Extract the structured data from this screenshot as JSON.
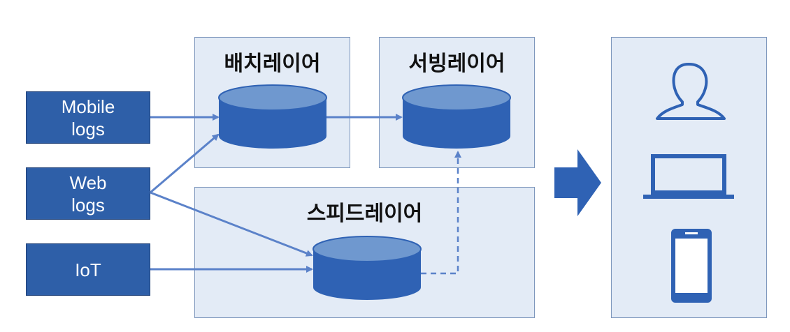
{
  "sources": [
    {
      "id": "mobile",
      "label": "Mobile\nlogs"
    },
    {
      "id": "web",
      "label": "Web\nlogs"
    },
    {
      "id": "iot",
      "label": "IoT"
    }
  ],
  "layers": {
    "batch": {
      "title": "배치레이어"
    },
    "serving": {
      "title": "서빙레이어"
    },
    "speed": {
      "title": "스피드레이어"
    }
  },
  "consumers": [
    {
      "icon": "user-icon"
    },
    {
      "icon": "laptop-icon"
    },
    {
      "icon": "smartphone-icon"
    }
  ],
  "colors": {
    "source_fill": "#2e5fa8",
    "layer_fill": "#e3ebf6",
    "layer_border": "#7e97bd",
    "db_top": "#6f98cf",
    "db_body": "#2f62b4",
    "arrow": "#5b82c9"
  }
}
